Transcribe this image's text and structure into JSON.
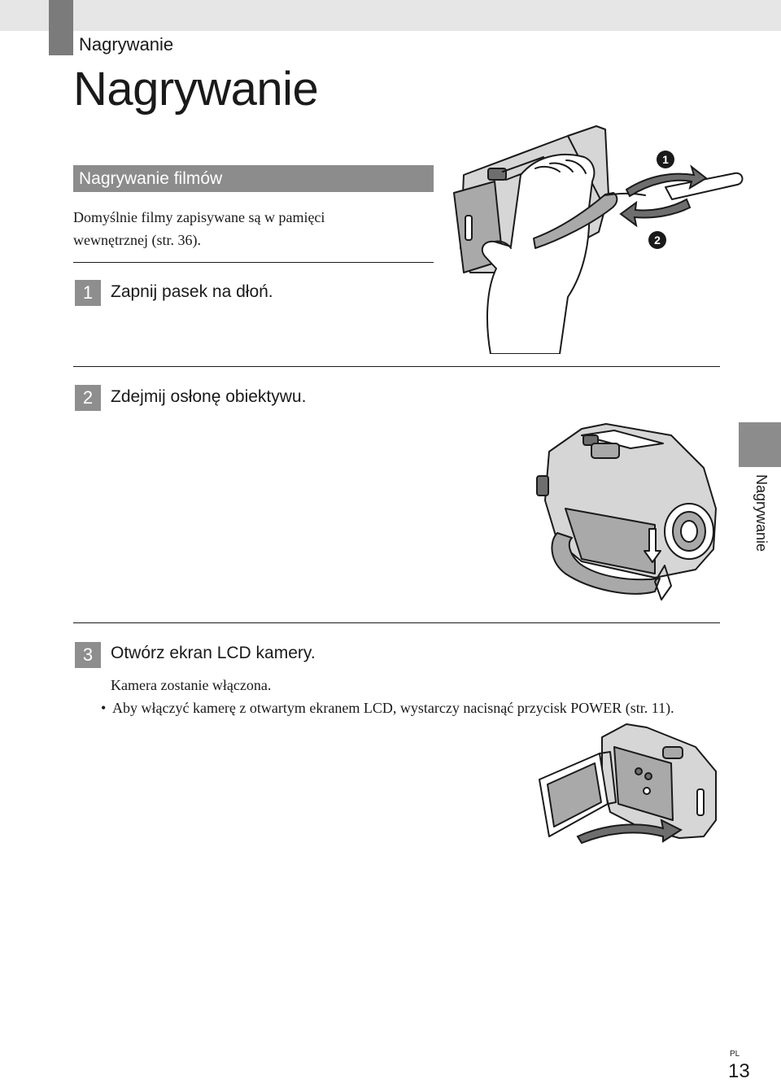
{
  "header": {
    "section_label": "Nagrywanie",
    "page_title": "Nagrywanie"
  },
  "section": {
    "heading": "Nagrywanie filmów",
    "intro_line1": "Domyślnie filmy zapisywane są w pamięci",
    "intro_line2": "wewnętrznej (str. 36)."
  },
  "steps": [
    {
      "number": "1",
      "text": "Zapnij pasek na dłoń."
    },
    {
      "number": "2",
      "text": "Zdejmij osłonę obiektywu."
    },
    {
      "number": "3",
      "text": "Otwórz ekran LCD kamery."
    }
  ],
  "step3_detail": {
    "note": "Kamera zostanie włączona.",
    "bullet_symbol": "•",
    "bullet": "Aby włączyć kamerę z otwartym ekranem LCD, wystarczy nacisnąć przycisk POWER (str. 11)."
  },
  "callouts": {
    "first": "1",
    "second": "2"
  },
  "side_tab": {
    "label": "Nagrywanie"
  },
  "footer": {
    "lang": "PL",
    "page_number": "13"
  },
  "icons": {
    "callout": "numbered-circle-icon",
    "step_marker": "step-number-square",
    "arrows": "curved-arrow-icon"
  },
  "colors": {
    "header_band": "#e6e6e6",
    "header_block": "#7b7b7b",
    "heading_bar": "#8c8c8c",
    "step_marker": "#8e8e8e",
    "text": "#1a1a1a"
  }
}
